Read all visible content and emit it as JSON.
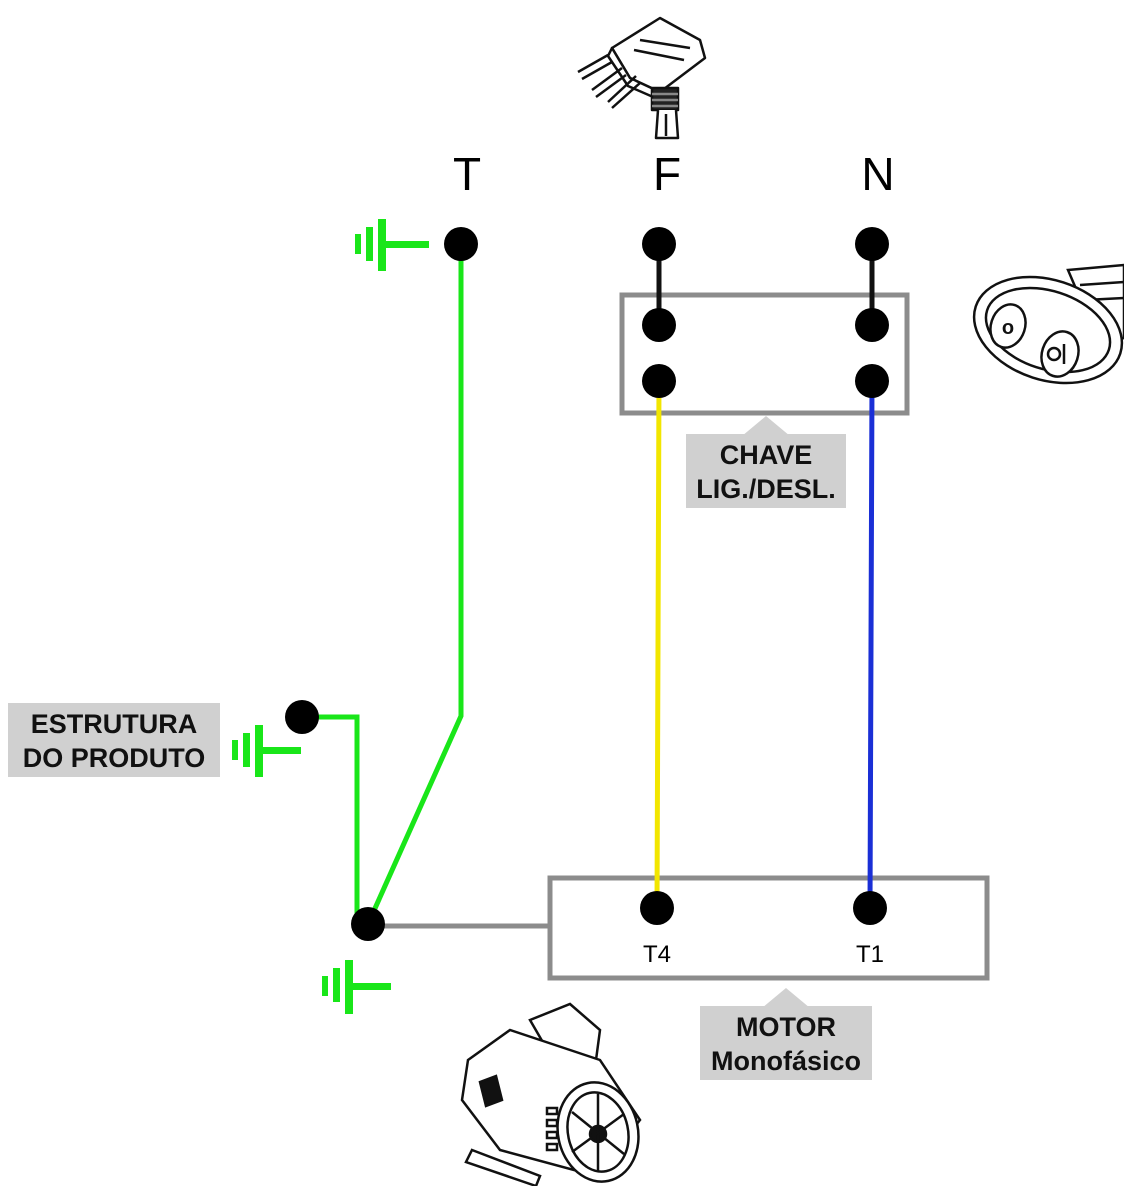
{
  "terminals": {
    "t": "T",
    "f": "F",
    "n": "N"
  },
  "switch_label": {
    "line1": "CHAVE",
    "line2": "LIG./DESL."
  },
  "structure_label": {
    "line1": "ESTRUTURA",
    "line2": "DO PRODUTO"
  },
  "motor_label": {
    "line1": "MOTOR",
    "line2": "Monofásico"
  },
  "motor_terminals": {
    "t4": "T4",
    "t1": "T1"
  },
  "icons": [
    "plug-icon",
    "switch-icon",
    "motor-icon",
    "ground-icon"
  ],
  "colors": {
    "ground_wire": "#19e619",
    "phase_wire": "#f2e600",
    "neutral_wire": "#1a2fd6",
    "jumper_wire": "#111111",
    "box_outline": "#8c8c8c",
    "label_bg": "#d0d0d0"
  }
}
